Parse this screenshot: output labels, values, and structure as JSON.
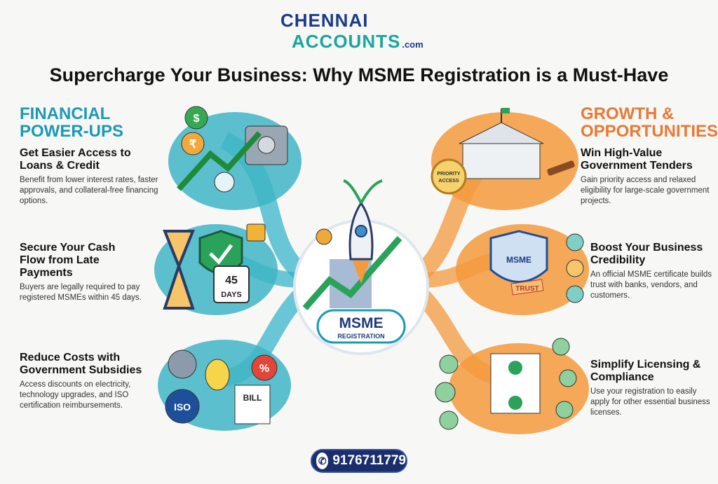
{
  "logo": {
    "line1": "CHENNAI",
    "line2": "ACCOUNTS",
    "suffix": ".com"
  },
  "title": "Supercharge Your Business: Why MSME Registration is a Must-Have",
  "left": {
    "section_line1": "FINANCIAL",
    "section_line2": "POWER-UPS",
    "items": [
      {
        "heading": "Get Easier Access to Loans & Credit",
        "text": "Benefit from lower interest rates, faster approvals, and collateral-free financing options."
      },
      {
        "heading": "Secure Your Cash Flow from Late Payments",
        "text": "Buyers are legally required to pay registered MSMEs within 45 days."
      },
      {
        "heading": "Reduce Costs with Government Subsidies",
        "text": "Access discounts on electricity, technology upgrades, and ISO certification reimbursements."
      }
    ]
  },
  "right": {
    "section_line1": "GROWTH &",
    "section_line2": "OPPORTUNITIES",
    "items": [
      {
        "heading": "Win High-Value Government Tenders",
        "text": "Gain priority access and relaxed eligibility for large-scale government projects."
      },
      {
        "heading": "Boost Your Business Credibility",
        "text": "An official MSME certificate builds trust with banks, vendors, and customers."
      },
      {
        "heading": "Simplify Licensing & Compliance",
        "text": "Use your registration to easily apply for other essential business licenses."
      }
    ]
  },
  "center": {
    "badge": "MSME",
    "sub": "REGISTRATION"
  },
  "illustrations": {
    "days_number": "45",
    "days_label": "DAYS",
    "bill": "BILL",
    "iso": "ISO",
    "percent": "%",
    "priority1": "PRIORITY",
    "priority2": "ACCESS",
    "cert": "MSME",
    "trust": "TRUST",
    "rupee": "₹",
    "dollar": "$"
  },
  "phone": "9176711779",
  "colors": {
    "teal": "#1b9ab5",
    "orange": "#e87a35",
    "navy": "#1b2d6b"
  }
}
